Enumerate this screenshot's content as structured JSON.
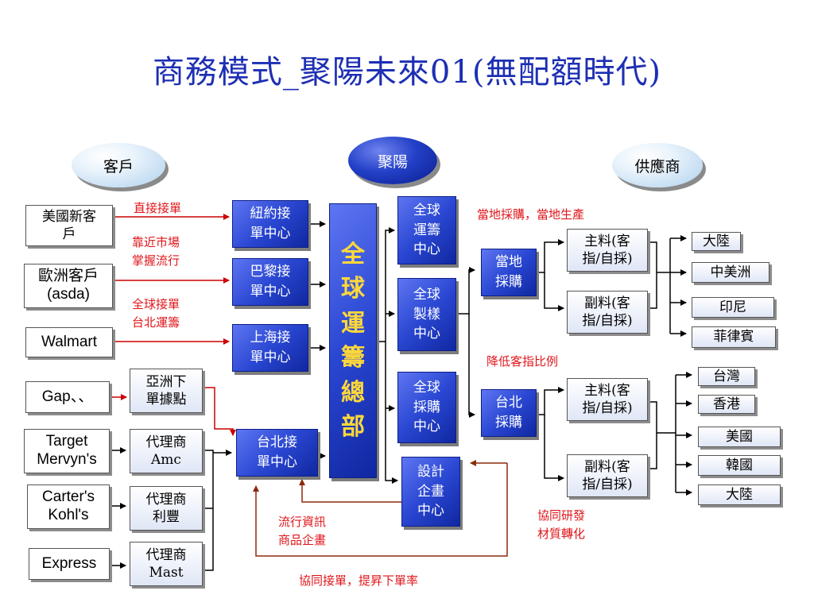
{
  "title": "商務模式_聚陽未來01(無配額時代)",
  "headers": {
    "customer": "客戶",
    "center": "聚陽",
    "supplier": "供應商"
  },
  "customers": [
    "美國新客\n戶",
    "歐洲客戶\n(asda)",
    "Walmart",
    "Gap、、",
    "Target\nMervyn's",
    "Carter's\nKohl's",
    "Express"
  ],
  "agents": [
    "亞洲下\n單據點",
    "代理商\nAmc",
    "代理商\n利豐",
    "代理商\nMast"
  ],
  "order_centers": [
    "紐約接\n單中心",
    "巴黎接\n單中心",
    "上海接\n單中心",
    "台北接\n單中心"
  ],
  "hq": "全球運籌總部",
  "functions": [
    "全球\n運籌\n中心",
    "全球\n製樣\n中心",
    "全球\n採購\n中心",
    "設計\n企畫\n中心"
  ],
  "sourcing": [
    "當地\n採購",
    "台北\n採購"
  ],
  "materials": [
    "主料(客\n指/自採)",
    "副料(客\n指/自採)",
    "主料(客\n指/自採)",
    "副料(客\n指/自採)"
  ],
  "countries_local": [
    "大陸",
    "中美洲",
    "印尼",
    "菲律賓"
  ],
  "countries_taipei": [
    "台灣",
    "香港",
    "美國",
    "韓國",
    "大陸"
  ],
  "annotations": {
    "direct": "直接接單",
    "near_market": "靠近市場\n掌握流行",
    "global_order": "全球接單\n台北運籌",
    "local": "當地採購，當地生產",
    "reduce": "降低客指比例",
    "rd": "協同研發\n材質轉化",
    "fashion": "流行資訊\n商品企畫",
    "co_order": "協同接單，提昇下單率"
  },
  "colors": {
    "title": "#1d2fb3",
    "accent_red": "#e0161b",
    "box_blue": "#2a47d2",
    "hq_text": "#ffd83a"
  }
}
